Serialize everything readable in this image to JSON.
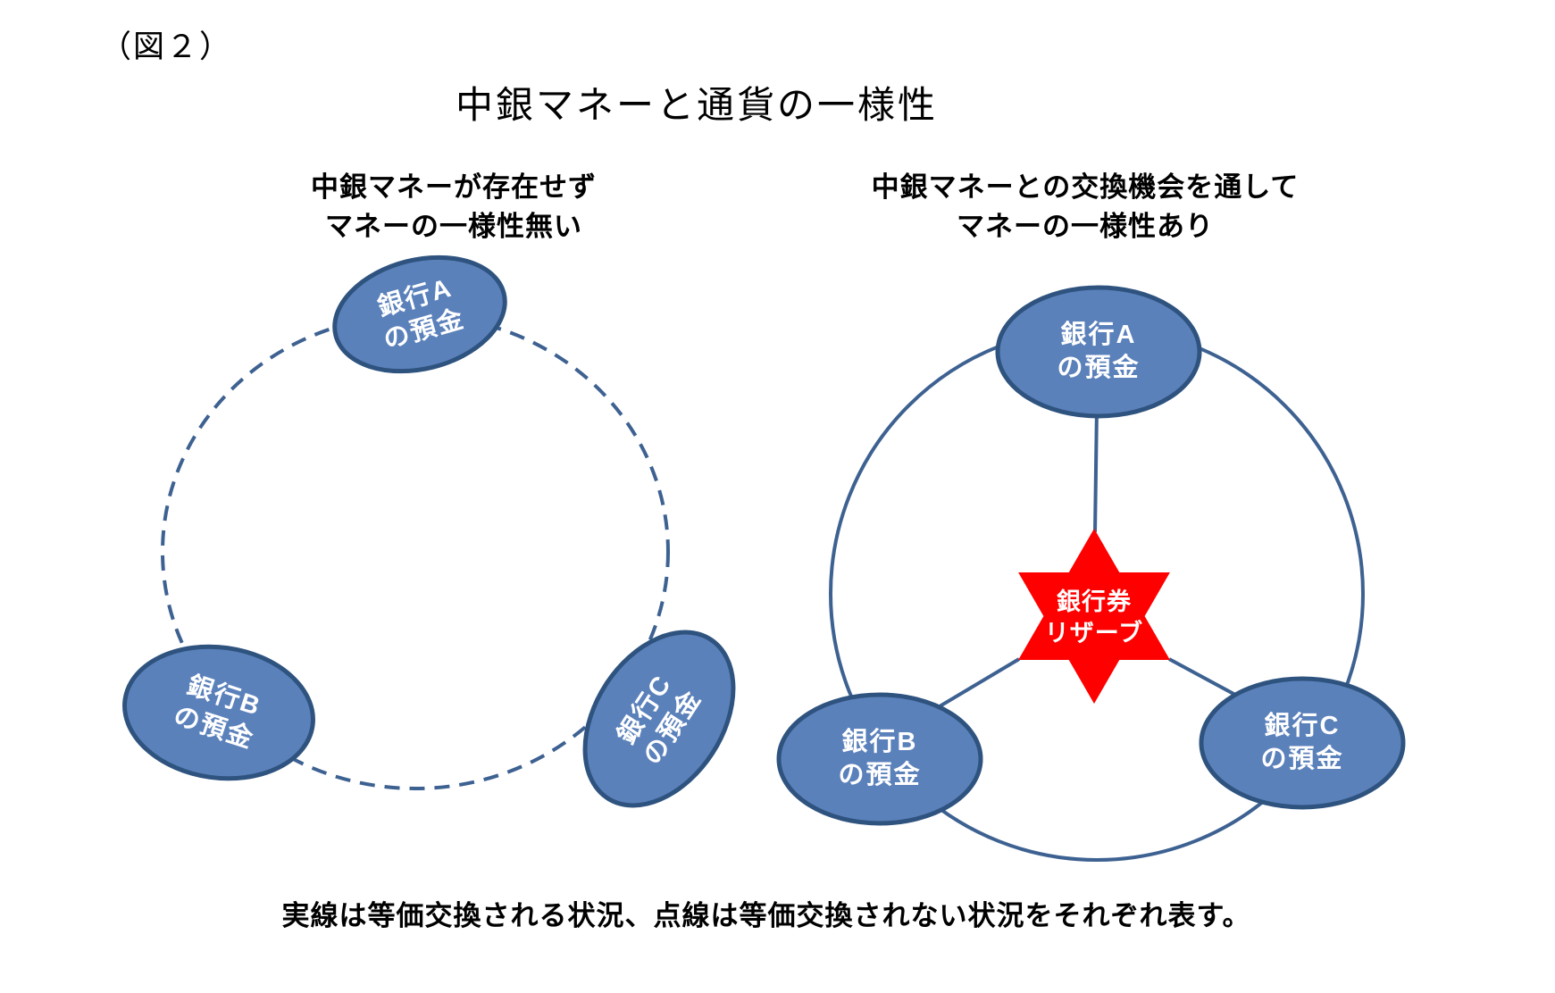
{
  "figure": {
    "label": "（図２）",
    "title": "中銀マネーと通貨の一様性",
    "caption": "実線は等価交換される状況、点線は等価交換されない状況をそれぞれ表す。"
  },
  "left_diagram": {
    "heading_line1": "中銀マネーが存在せず",
    "heading_line2": "マネーの一様性無い",
    "nodes": {
      "bank_a": {
        "line1": "銀行A",
        "line2": "の預金"
      },
      "bank_b": {
        "line1": "銀行B",
        "line2": "の預金"
      },
      "bank_c": {
        "line1": "銀行C",
        "line2": "の預金"
      }
    }
  },
  "right_diagram": {
    "heading_line1": "中銀マネーとの交換機会を通して",
    "heading_line2": "マネーの一様性あり",
    "nodes": {
      "bank_a": {
        "line1": "銀行A",
        "line2": "の預金"
      },
      "bank_b": {
        "line1": "銀行B",
        "line2": "の預金"
      },
      "bank_c": {
        "line1": "銀行C",
        "line2": "の預金"
      }
    },
    "center_star": {
      "line1": "銀行券",
      "line2": "リザーブ"
    }
  },
  "colors": {
    "node_fill": "#5B81BB",
    "node_stroke": "#2F537F",
    "line": "#3D6191",
    "star": "#FF0000",
    "node_text": "#FFFFFF",
    "text": "#000000"
  }
}
